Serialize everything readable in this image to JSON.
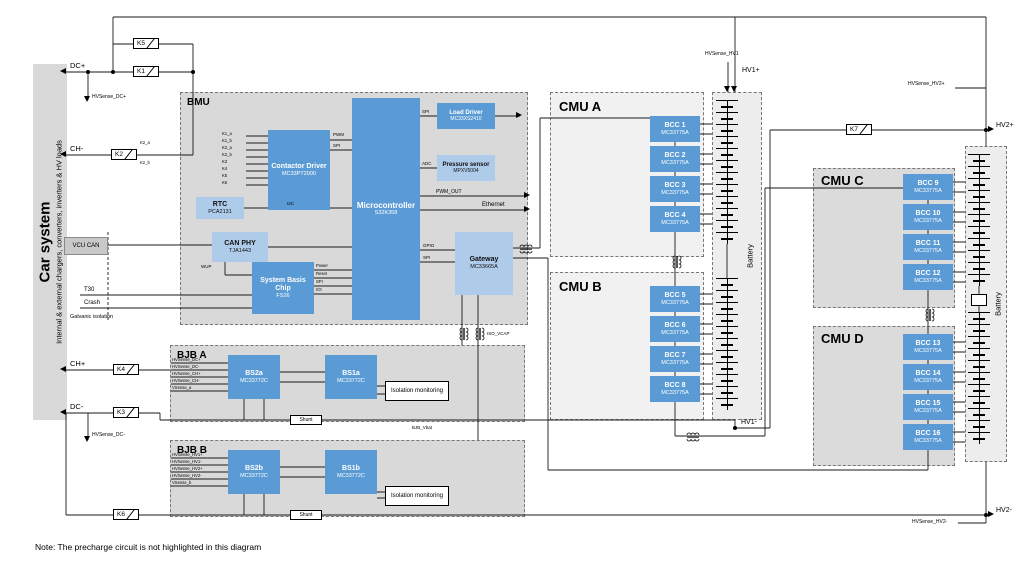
{
  "note": "Note: The precharge circuit is not highlighted in this diagram",
  "sidebar": {
    "title": "Car system",
    "subtitle": "Internal & external chargers, converters, inverters & HV loads"
  },
  "terminals": {
    "dc_plus": "DC+",
    "ch_minus": "CH-",
    "ch_plus": "CH+",
    "dc_minus": "DC-",
    "hv1_plus": "HV1+",
    "hv1_minus": "HV1-",
    "hv2_plus": "HV2+",
    "hv2_minus": "HV2-"
  },
  "sense": {
    "dc_plus": "HVSense_DC+",
    "dc_minus": "HVSense_DC-",
    "hv1": "HVSense_HV1",
    "hv2_plus": "HVSense_HV2+",
    "hv2_minus": "HVSense_HV2-"
  },
  "contactors": {
    "k1": "K1",
    "k2": "K2",
    "k2_a": "K2_a",
    "k2_b": "K2_b",
    "k3": "K3",
    "k4": "K4",
    "k5": "K5",
    "k6": "K6",
    "k7": "K7"
  },
  "bmu": {
    "label": "BMU",
    "contactor_driver": {
      "name": "Contactor Driver",
      "part": "MC33PT2000"
    },
    "rtc": {
      "name": "RTC",
      "part": "PCA2131"
    },
    "can_phy": {
      "name": "CAN PHY",
      "part": "TJA1443"
    },
    "sbc": {
      "name": "System Basis Chip",
      "part": "FS26"
    },
    "mcu": {
      "name": "Microcontroller",
      "part": "S32K358"
    },
    "load_driver": {
      "name": "Load Driver",
      "part": "MC33XS2410"
    },
    "pressure": {
      "name": "Pressure sensor",
      "part": "MPXV5004"
    },
    "gateway": {
      "name": "Gateway",
      "part": "MC33665A"
    },
    "contactor_pins": [
      "K1_a",
      "K1_b",
      "K2_a",
      "K2_b",
      "K3",
      "K4",
      "K5",
      "K6"
    ],
    "signals": {
      "pwm": "PWM",
      "spi": "SPI",
      "i2c": "I2C",
      "wup": "WUP",
      "power": "Power",
      "reset": "Reset",
      "spi2": "SPI",
      "io": "I/O",
      "spi3": "SPI",
      "adc": "ADC",
      "pwm_out": "PWM_OUT",
      "eth": "Ethernet",
      "gpio": "GPIO",
      "spi4": "SPI",
      "t30": "T30",
      "crash": "Crash",
      "vcu_can": "VCU CAN",
      "galvanic": "Galvanic isolation",
      "iso_vcap": "ISO_VCAP",
      "bjb_vbat": "BJB_Vbat"
    }
  },
  "cmus": [
    {
      "label": "CMU A",
      "bccs": [
        {
          "name": "BCC 1",
          "part": "MC33775A"
        },
        {
          "name": "BCC 2",
          "part": "MC33775A"
        },
        {
          "name": "BCC 3",
          "part": "MC33775A"
        },
        {
          "name": "BCC 4",
          "part": "MC33775A"
        }
      ]
    },
    {
      "label": "CMU B",
      "bccs": [
        {
          "name": "BCC 5",
          "part": "MC33775A"
        },
        {
          "name": "BCC 6",
          "part": "MC33775A"
        },
        {
          "name": "BCC 7",
          "part": "MC33775A"
        },
        {
          "name": "BCC 8",
          "part": "MC33775A"
        }
      ]
    },
    {
      "label": "CMU C",
      "bccs": [
        {
          "name": "BCC 9",
          "part": "MC33775A"
        },
        {
          "name": "BCC 10",
          "part": "MC33775A"
        },
        {
          "name": "BCC 11",
          "part": "MC33775A"
        },
        {
          "name": "BCC 12",
          "part": "MC33775A"
        }
      ]
    },
    {
      "label": "CMU D",
      "bccs": [
        {
          "name": "BCC 13",
          "part": "MC33775A"
        },
        {
          "name": "BCC 14",
          "part": "MC33775A"
        },
        {
          "name": "BCC 15",
          "part": "MC33775A"
        },
        {
          "name": "BCC 16",
          "part": "MC33775A"
        }
      ]
    }
  ],
  "batteries": {
    "left": "Battery",
    "right": "Battery"
  },
  "bjbs": [
    {
      "label": "BJB A",
      "bs2": {
        "name": "BS2a",
        "part": "MC33772C"
      },
      "bs1": {
        "name": "BS1a",
        "part": "MC33772C"
      },
      "iso": "Isolation monitoring",
      "shunt": "Shunt",
      "pins": [
        "HVSense_DC+",
        "HVSense_DC-",
        "HVSense_CH+",
        "HVSense_CH-",
        "VSense_a"
      ]
    },
    {
      "label": "BJB B",
      "bs2": {
        "name": "BS2b",
        "part": "MC33772C"
      },
      "bs1": {
        "name": "BS1b",
        "part": "MC33772C"
      },
      "iso": "Isolation monitoring",
      "shunt": "Shunt",
      "pins": [
        "HVSense_HV1+",
        "HVSense_HV1-",
        "HVSense_HV2+",
        "HVSense_HV2-",
        "VSense_b"
      ]
    }
  ]
}
